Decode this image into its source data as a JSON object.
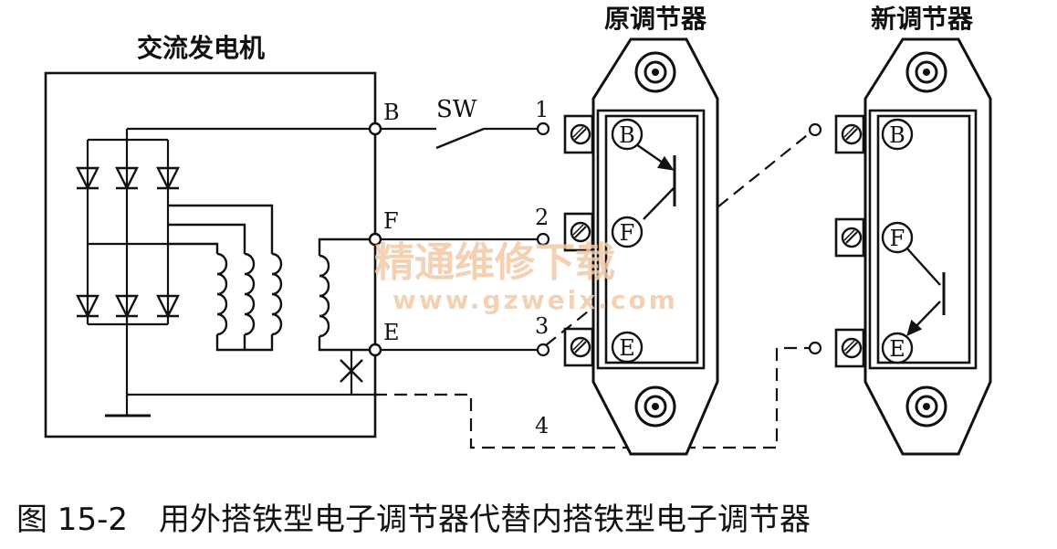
{
  "alternator": {
    "title": "交流发电机"
  },
  "terminals": {
    "b": "B",
    "f": "F",
    "e": "E"
  },
  "switch_label": "SW",
  "wire_numbers": {
    "n1": "1",
    "n2": "2",
    "n3": "3",
    "n4": "4"
  },
  "original_regulator": {
    "title": "原调节器",
    "pins": {
      "b": "B",
      "f": "F",
      "e": "E"
    }
  },
  "new_regulator": {
    "title": "新调节器",
    "pins": {
      "b": "B",
      "f": "F",
      "e": "E"
    }
  },
  "watermark": {
    "cn": "精通维修下载",
    "url": "www.gzweix.com"
  },
  "caption": "图 15-2　用外搭铁型电子调节器代替内搭铁型电子调节器"
}
